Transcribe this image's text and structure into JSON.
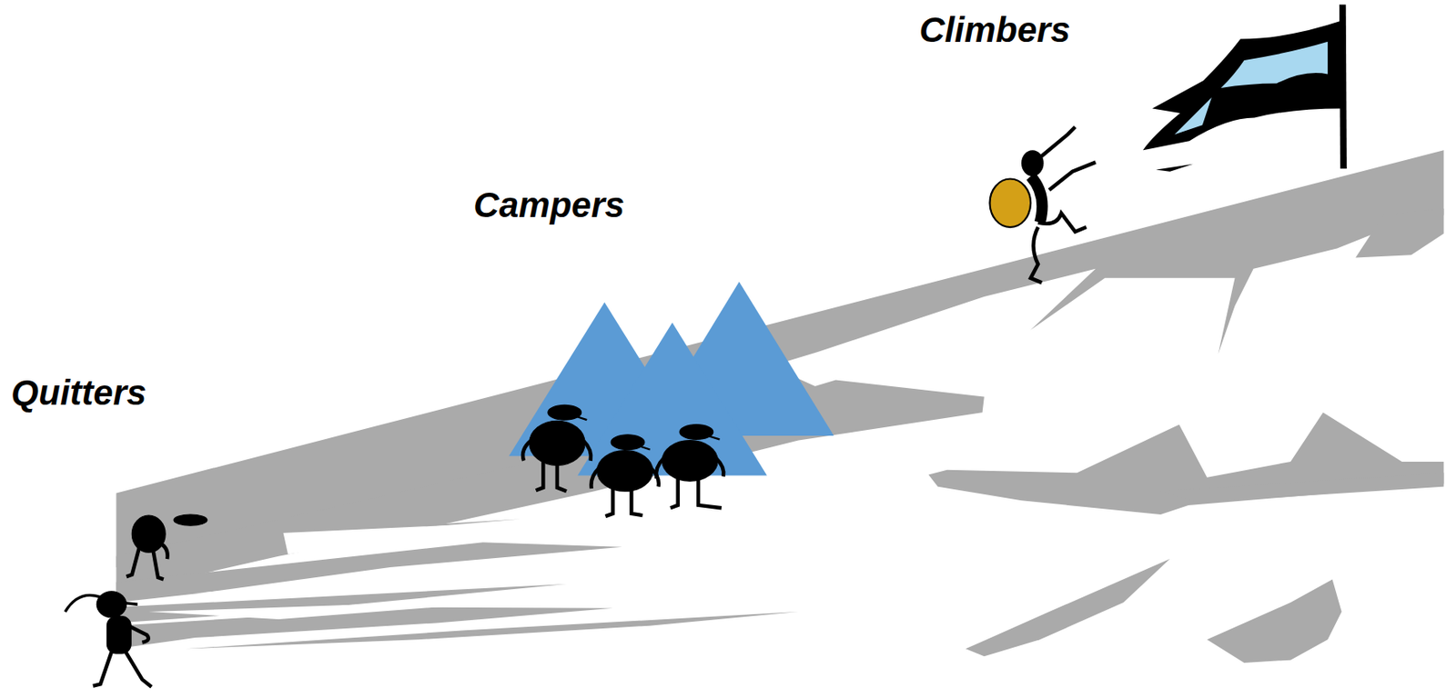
{
  "diagram": {
    "labels": [
      "Climbers",
      "Campers",
      "Quitters"
    ]
  }
}
